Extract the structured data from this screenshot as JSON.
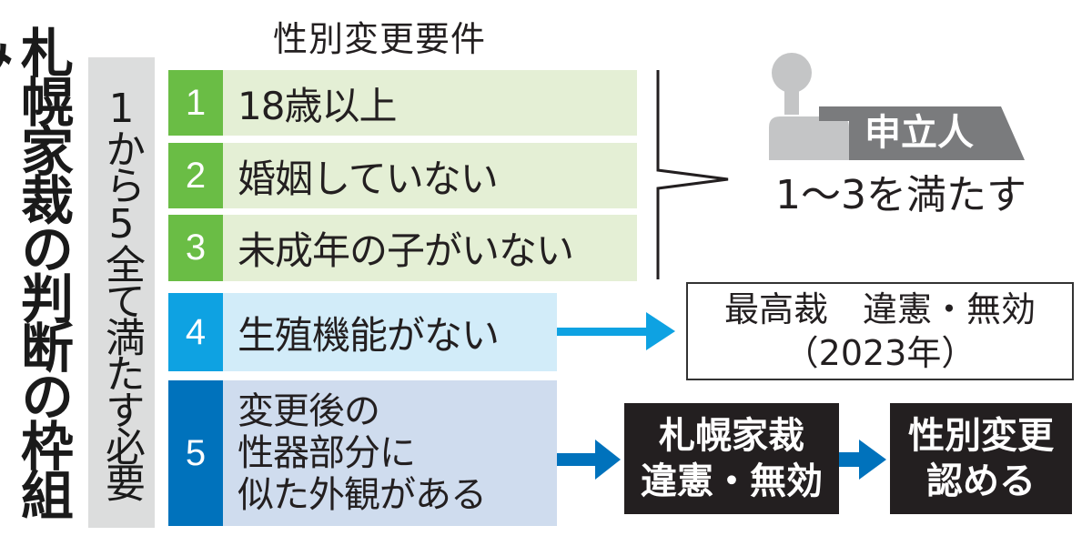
{
  "title": "札幌家裁の判断の枠組み",
  "condition_bar": "1から5全て満たす必要",
  "requirements_heading": "性別変更要件",
  "requirements": [
    {
      "number": "1",
      "text": [
        "18歳以上"
      ],
      "group": "green"
    },
    {
      "number": "2",
      "text": [
        "婚姻していない"
      ],
      "group": "green"
    },
    {
      "number": "3",
      "text": [
        "未成年の子がいない"
      ],
      "group": "green"
    },
    {
      "number": "4",
      "text": [
        "生殖機能がない"
      ],
      "group": "lightblue"
    },
    {
      "number": "5",
      "text": [
        "変更後の",
        "性器部分に",
        "似た外観がある"
      ],
      "group": "darkblue"
    }
  ],
  "applicant": {
    "label": "申立人",
    "icon": "person-icon",
    "condition": "1～3を満たす"
  },
  "supreme_court": {
    "line1": "最高裁　違憲・無効",
    "line2": "（2023年）"
  },
  "sapporo_ruling": {
    "line1": "札幌家裁",
    "line2": "違憲・無効"
  },
  "result": {
    "line1": "性別変更",
    "line2": "認める"
  },
  "colors": {
    "green_dark": "#6abd45",
    "green_light": "#e4efd5",
    "lightblue_dark": "#0ea2e2",
    "lightblue_light": "#d2ecf9",
    "darkblue_dark": "#0072bc",
    "darkblue_light": "#cfdcee",
    "gray_bar": "#dcdddd",
    "black_box": "#231f20",
    "arrow_light": "#0ea2e2",
    "arrow_dark": "#0072bc",
    "person_gray": "#c4c5c6",
    "label_gray": "#7a7b7d"
  }
}
